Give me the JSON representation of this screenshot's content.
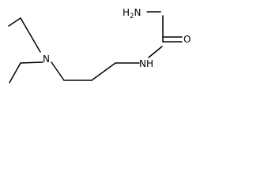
{
  "molecule": {
    "atoms": {
      "amine": {
        "symbol": "H",
        "count": "2",
        "element": "N"
      },
      "carbonyl_oxygen": {
        "symbol": "O"
      },
      "amide_nitrogen": {
        "symbol": "N",
        "hydrogen": "H"
      },
      "tertiary_nitrogen": {
        "symbol": "N"
      }
    }
  }
}
